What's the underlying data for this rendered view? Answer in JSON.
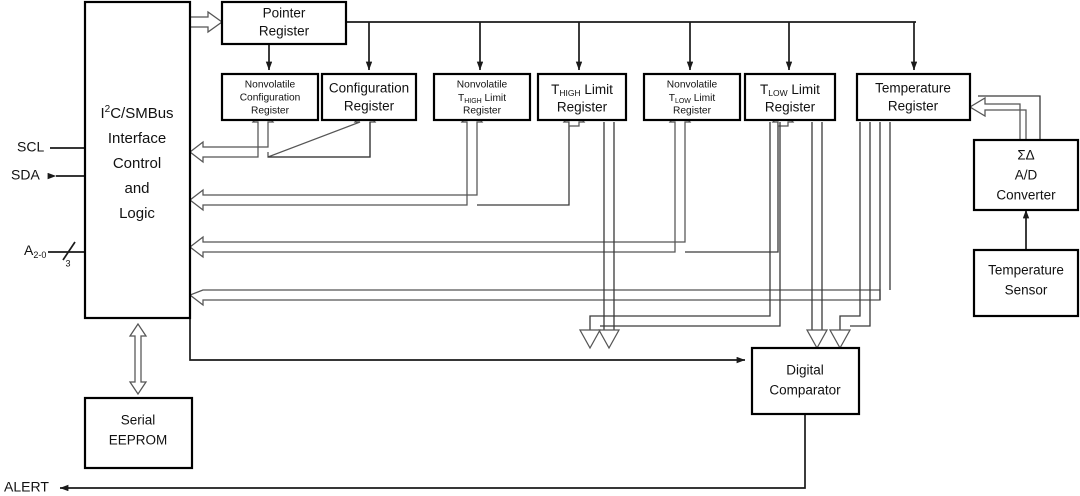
{
  "figure": {
    "type": "block-diagram",
    "title": "I2C/SMBus Digital Temperature Sensor Block Diagram",
    "background": "#ffffff",
    "line_color": "#1a1a1a",
    "bus_color": "#555555"
  },
  "pins": {
    "scl": "SCL",
    "sda": "SDA",
    "addr": "A",
    "addr_sub": "2-0",
    "addr_width": "3",
    "alert": "ALERT"
  },
  "blocks": {
    "interface": {
      "lines": [
        "I",
        "C/SMBus",
        "Interface",
        "Control",
        "and",
        "Logic"
      ],
      "sup": "2",
      "l1a": "I",
      "l1b": "C/SMBus",
      "l2": "Interface",
      "l3": "Control",
      "l4": "and",
      "l5": "Logic"
    },
    "pointer": {
      "l1": "Pointer",
      "l2": "Register"
    },
    "nv_config": {
      "l1": "Nonvolatile",
      "l2": "Configuration",
      "l3": "Register"
    },
    "config": {
      "l1": "Configuration",
      "l2": "Register"
    },
    "nv_thigh": {
      "l1": "Nonvolatile",
      "l2a": "T",
      "l2sub": "HIGH",
      "l2b": " Limit",
      "l3": "Register"
    },
    "thigh": {
      "l1a": "T",
      "l1sub": "HIGH",
      "l1b": " Limit",
      "l2": "Register"
    },
    "nv_tlow": {
      "l1": "Nonvolatile",
      "l2a": "T",
      "l2sub": "LOW",
      "l2b": " Limit",
      "l3": "Register"
    },
    "tlow": {
      "l1a": "T",
      "l1sub": "LOW",
      "l1b": " Limit",
      "l2": "Register"
    },
    "temp_reg": {
      "l1": "Temperature",
      "l2": "Register"
    },
    "adc": {
      "l1": "ΣΔ",
      "l2": "A/D",
      "l3": "Converter"
    },
    "sensor": {
      "l1": "Temperature",
      "l2": "Sensor"
    },
    "comparator": {
      "l1": "Digital",
      "l2": "Comparator"
    },
    "eeprom": {
      "l1": "Serial",
      "l2": "EEPROM"
    }
  }
}
